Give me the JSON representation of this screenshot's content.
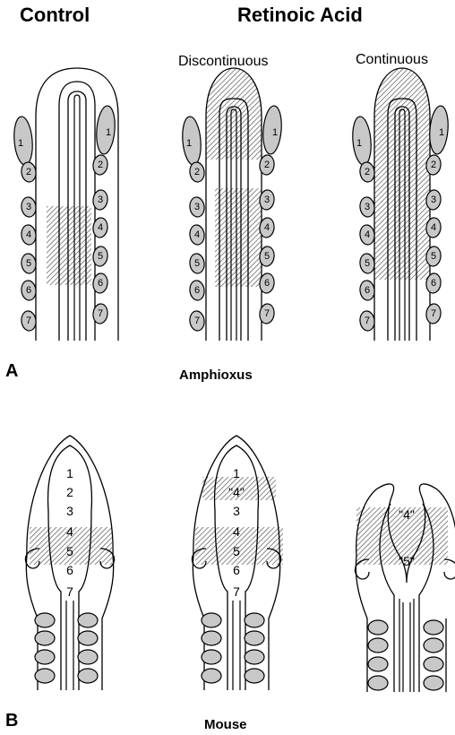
{
  "headings": {
    "control": "Control",
    "retinoic_acid": "Retinoic Acid",
    "discontinuous": "Discontinuous",
    "continuous": "Continuous"
  },
  "panels": {
    "a_label": "A",
    "a_caption": "Amphioxus",
    "b_label": "B",
    "b_caption": "Mouse"
  },
  "amphioxus_somites": [
    "1",
    "2",
    "3",
    "4",
    "5",
    "6",
    "7"
  ],
  "mouse_segments": {
    "control": [
      "1",
      "2",
      "3",
      "4",
      "5",
      "6",
      "7"
    ],
    "discontinuous": [
      "1",
      "\"4\"",
      "3",
      "4",
      "5",
      "6",
      "7"
    ],
    "continuous": [
      "\"4\"",
      "\"5\""
    ]
  },
  "colors": {
    "hatch": "#555555",
    "somite_fill": "#c8c8c8",
    "stroke": "#000000"
  }
}
